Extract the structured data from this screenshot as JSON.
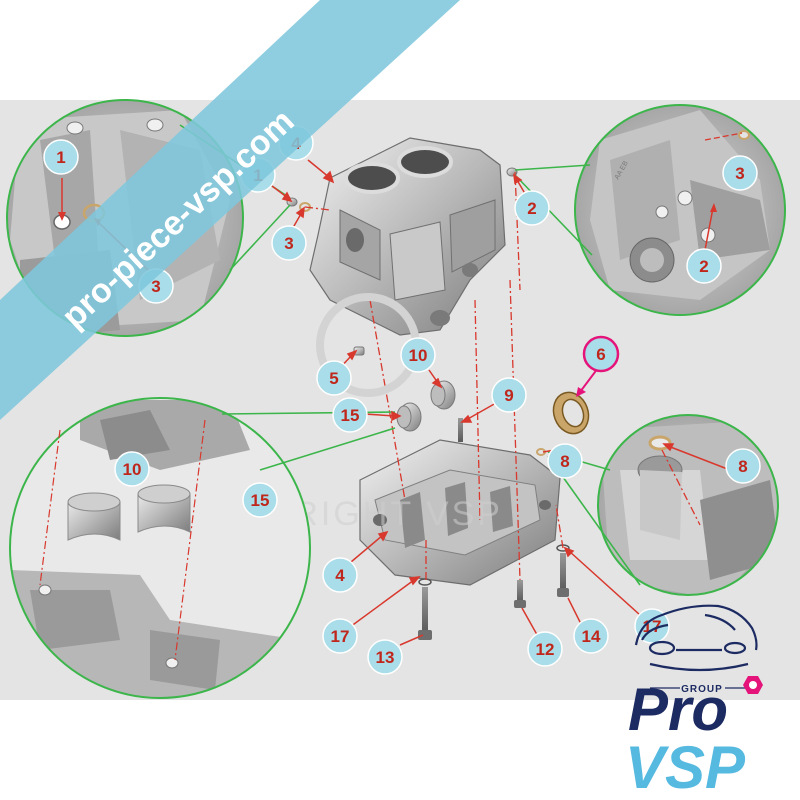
{
  "watermark": "pro-piece-vsp.com",
  "copyright": "COPYRIGHT VSP",
  "logo": {
    "group": "GROUP",
    "line1": "Pro",
    "line2": "VSP"
  },
  "colors": {
    "panel_bg": "#e4e4e4",
    "callout_fill": "#a9dde9",
    "callout_text": "#c0271c",
    "detail_ring": "#3cb54a",
    "watermark_band": "#7ec7dc",
    "logo_dark": "#1d2b63",
    "logo_light": "#55b9e0",
    "logo_accent": "#e5147b"
  },
  "callouts": [
    "1",
    "1",
    "2",
    "2",
    "3",
    "3",
    "3",
    "3",
    "4",
    "4",
    "5",
    "6",
    "8",
    "8",
    "9",
    "10",
    "10",
    "12",
    "13",
    "14",
    "15",
    "15",
    "17",
    "17"
  ],
  "icons": [
    "car-outline-icon",
    "hex-nut-icon"
  ]
}
